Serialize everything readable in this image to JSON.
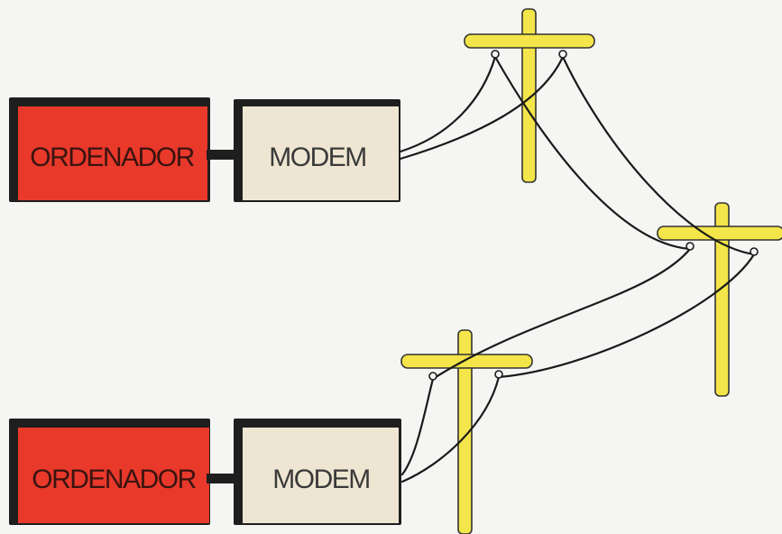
{
  "colors": {
    "background": "#f5f5f3",
    "computer_fill": "#e8392b",
    "modem_fill": "#eee6d2",
    "box_shadow": "#1e1e1e",
    "pole_fill": "#f4e54a",
    "pole_outline": "#333333",
    "wire": "#1a1a1a",
    "computer_text": "#3a1410",
    "modem_text": "#3a3a3a"
  },
  "top_station": {
    "computer_label": "ORDENADOR",
    "modem_label": "MODEM"
  },
  "bottom_station": {
    "computer_label": "ORDENADOR",
    "modem_label": "MODEM"
  }
}
